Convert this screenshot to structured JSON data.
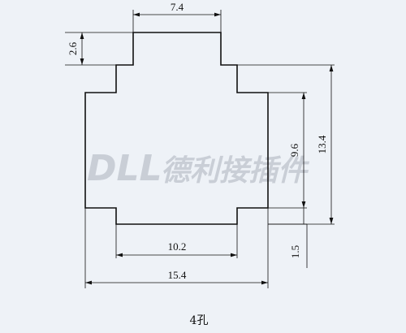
{
  "diagram": {
    "profile_name": "profile-cross-section",
    "dimensions": {
      "top_width": "7.4",
      "top_step_height": "2.6",
      "inner_height": "9.6",
      "total_height": "13.4",
      "bottom_step_height": "1.5",
      "bottom_width": "10.2",
      "total_width": "15.4"
    },
    "watermark": {
      "latin": "DLL",
      "cjk": "德利接插件"
    },
    "caption": "4孔"
  },
  "colors": {
    "background": "#eef2f7",
    "line": "#111111",
    "watermark": "#c9ced6"
  }
}
